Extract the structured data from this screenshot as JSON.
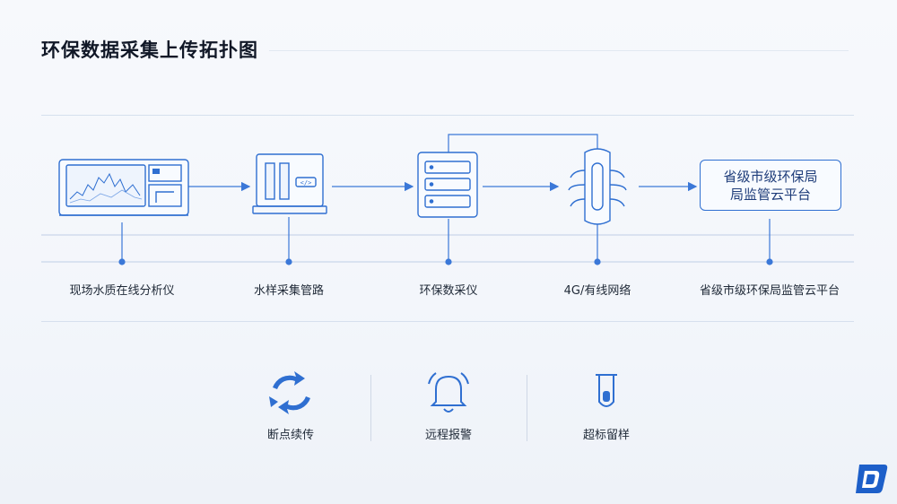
{
  "title": "环保数据采集上传拓扑图",
  "nodes": [
    {
      "label": "现场水质在线分析仪",
      "icon": "water-quality-analyzer-icon"
    },
    {
      "label": "水样采集管路",
      "icon": "sampling-pipeline-icon"
    },
    {
      "label": "环保数采仪",
      "icon": "data-acquisition-server-icon"
    },
    {
      "label": "4G/有线网络",
      "icon": "network-chip-icon"
    },
    {
      "label": "省级市级环保局监管云平台",
      "icon": "cloud-platform-icon"
    }
  ],
  "platform_box": {
    "line1": "省级市级环保局",
    "line2": "局监管云平台"
  },
  "features": [
    {
      "label": "断点续传",
      "icon": "sync-arrows-icon"
    },
    {
      "label": "远程报警",
      "icon": "bell-icon"
    },
    {
      "label": "超标留样",
      "icon": "test-tube-icon"
    }
  ],
  "colors": {
    "accent": "#2f6fd1",
    "line": "#3b78d8",
    "text": "#1f2937"
  }
}
